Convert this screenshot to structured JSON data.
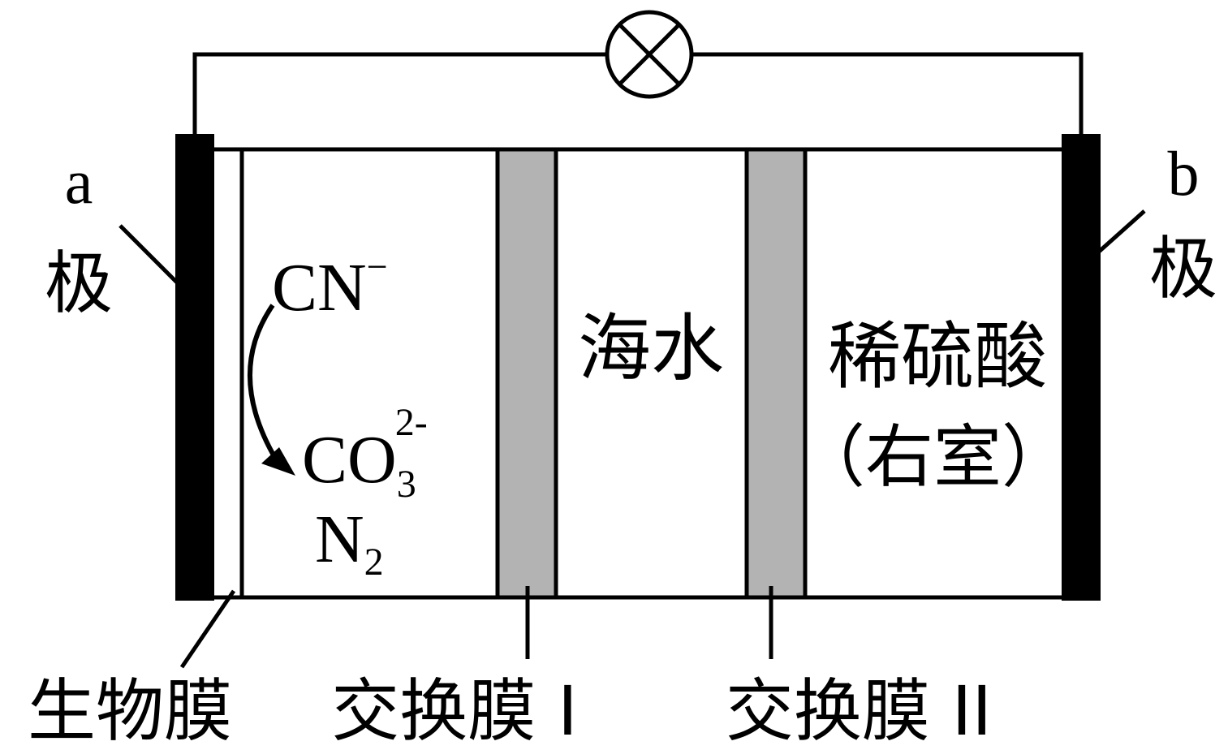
{
  "electrodes": {
    "left": {
      "letter": "a",
      "word": "极"
    },
    "right": {
      "letter": "b",
      "word": "极"
    }
  },
  "reaction": {
    "reactant": {
      "formula": "CN",
      "charge": "−"
    },
    "products": [
      {
        "base": "CO",
        "subscript": "3",
        "charge": "2-"
      },
      {
        "base": "N",
        "subscript": "2"
      }
    ]
  },
  "compartments": {
    "middle": "海水",
    "right_line1": "稀硫酸",
    "right_line2": "（右室）"
  },
  "labels": {
    "biofilm": "生物膜",
    "membrane1": "交换膜 I",
    "membrane2": "交换膜 II"
  },
  "colors": {
    "electrode": "#000000",
    "membrane_fill": "#b3b3b3",
    "line": "#000000"
  }
}
